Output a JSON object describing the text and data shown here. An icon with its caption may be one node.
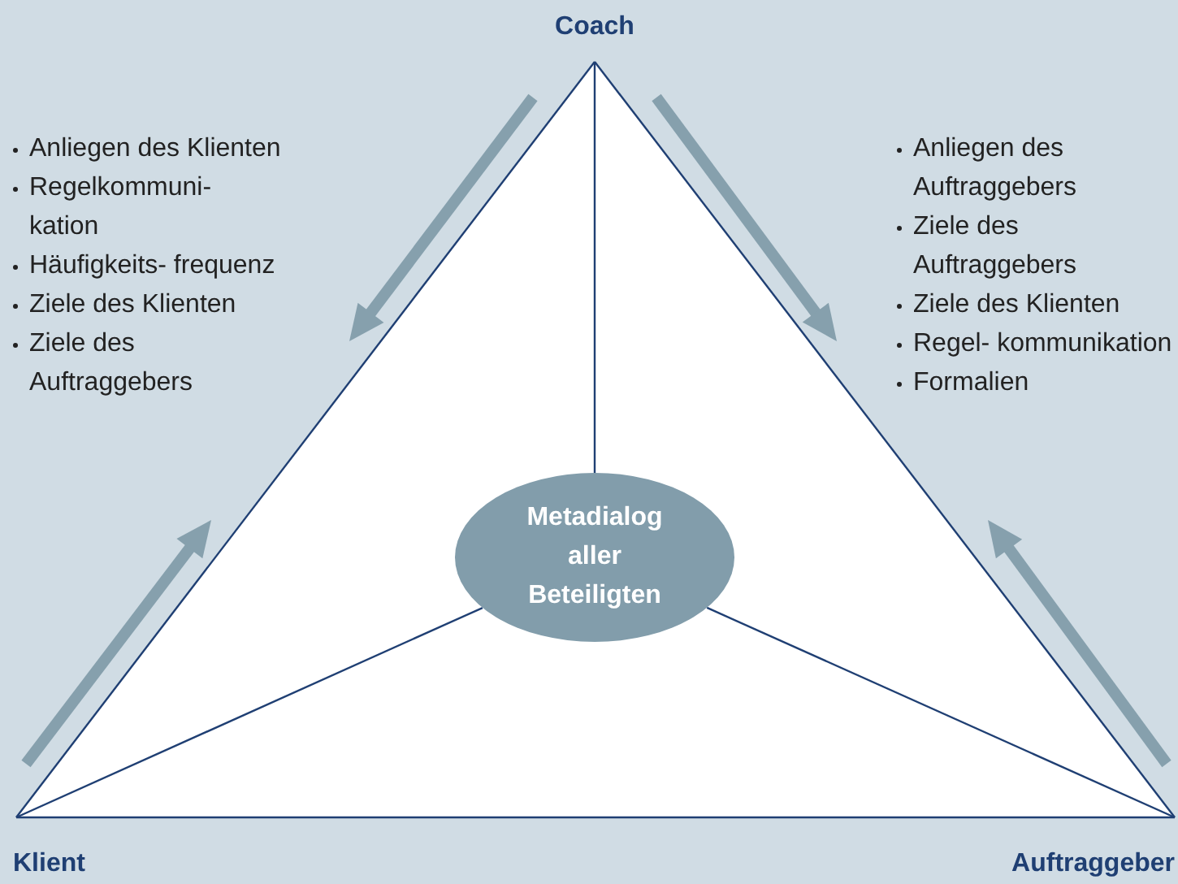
{
  "diagram": {
    "nodes": [
      {
        "text": [
          "Coach"
        ]
      },
      {
        "text": [
          "Klient"
        ]
      },
      {
        "text": [
          "Auftraggeber"
        ]
      },
      {
        "text": [
          "Metadialog aller Beteiligten"
        ]
      }
    ],
    "edges": [
      {
        "from": 0,
        "to": 1,
        "arrow": "none"
      },
      {
        "from": 0,
        "to": 2,
        "arrow": "none"
      },
      {
        "from": 1,
        "to": 2,
        "arrow": "none"
      },
      {
        "from": 0,
        "to": 3,
        "arrow": "none"
      },
      {
        "from": 3,
        "to": 1,
        "arrow": "none"
      },
      {
        "from": 3,
        "to": 2,
        "arrow": "none"
      }
    ],
    "labels": [
      "Anliegen des Klienten",
      "Regelkommuni- kation",
      "Häufigkeits- frequenz",
      "Ziele des Klienten",
      "Ziele des Auftraggebers",
      "Anliegen des Auftraggebers",
      "Ziele des Auftraggebers",
      "Ziele des Klienten",
      "Regel- kommunikation",
      "Formalien"
    ]
  }
}
